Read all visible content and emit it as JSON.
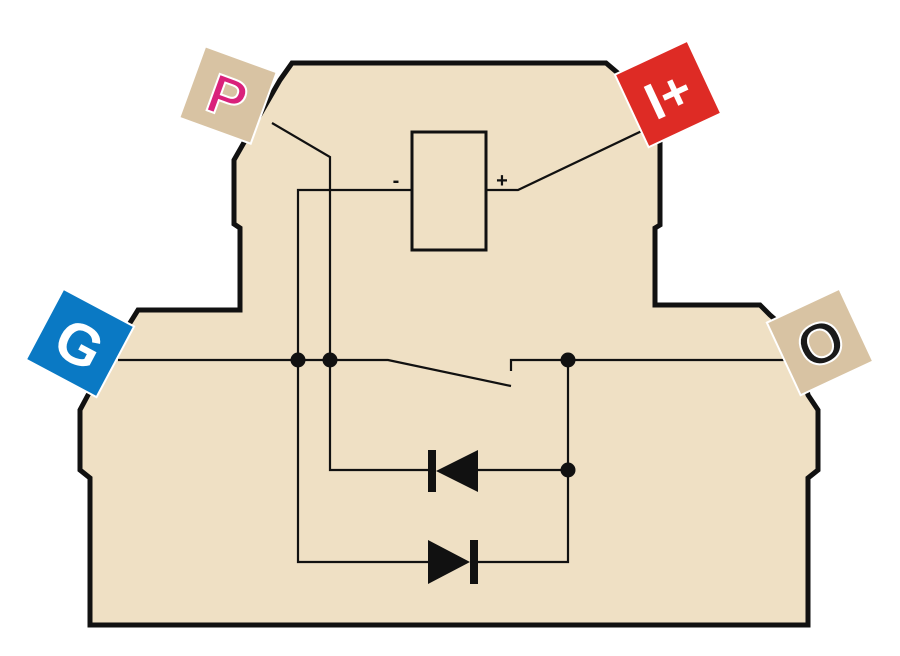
{
  "colors": {
    "housing_fill": "#efe0c4",
    "outline": "#111111",
    "terminal_beige": "#d8c3a3",
    "terminal_p_text": "#d9217b",
    "terminal_i_fill": "#de2b25",
    "terminal_g_fill": "#0a79c4",
    "terminal_o_text": "#1a1a1a",
    "white_text": "#ffffff"
  },
  "terminals": {
    "p": {
      "label": "P",
      "icon": "terminal-p-tag"
    },
    "i_plus": {
      "label": "I+",
      "icon": "terminal-i-plus-tag"
    },
    "g": {
      "label": "G",
      "icon": "terminal-g-tag"
    },
    "o": {
      "label": "O",
      "icon": "terminal-o-tag"
    }
  },
  "coil": {
    "minus_label": "-",
    "plus_label": "+",
    "icon": "relay-coil-icon"
  },
  "components": {
    "switch_icon": "relay-contact-icon",
    "diode_upper_icon": "diode-left-pointing-icon",
    "diode_lower_icon": "diode-right-pointing-icon",
    "junction_icon": "junction-dot-icon"
  }
}
